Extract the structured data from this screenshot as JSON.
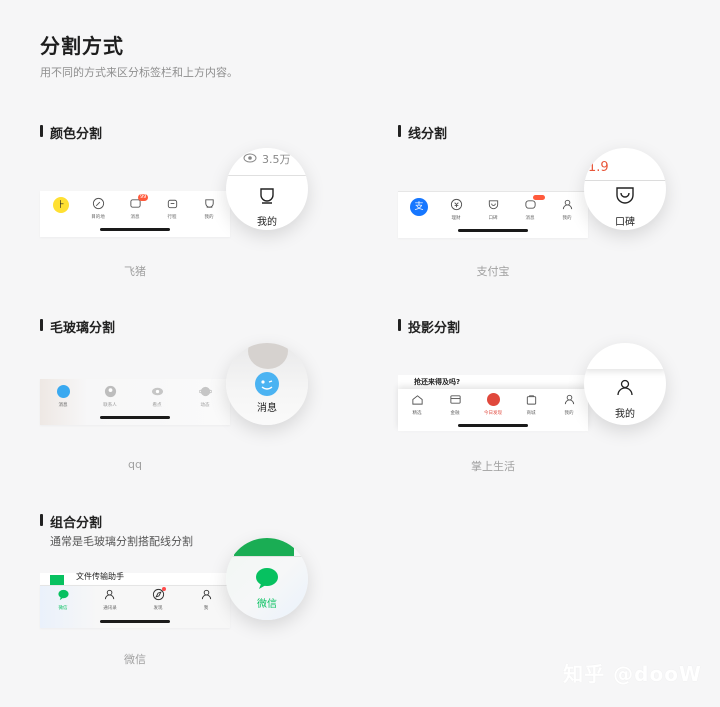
{
  "page": {
    "title": "分割方式",
    "subtitle": "用不同的方式来区分标签栏和上方内容。"
  },
  "sections": {
    "color": {
      "title": "颜色分割",
      "caption": "飞猪",
      "tabs": [
        "",
        "目的地",
        "消息",
        "行程",
        "我的"
      ],
      "badge": "99",
      "zoom_label": "我的",
      "zoom_views": "3.5万"
    },
    "line": {
      "title": "线分割",
      "caption": "支付宝",
      "tabs": [
        "",
        "理财",
        "口碑",
        "消息",
        "我的"
      ],
      "zoom_label": "口碑",
      "zoom_price": "1.9"
    },
    "frosted": {
      "title": "毛玻璃分割",
      "caption": "qq",
      "tabs": [
        "消息",
        "联系人",
        "看点",
        "动态"
      ],
      "zoom_label": "消息"
    },
    "shadow": {
      "title": "投影分割",
      "caption": "掌上生活",
      "banner": "抢还来得及吗?",
      "tabs": [
        "精选",
        "金融",
        "今日发现",
        "商城",
        "我的"
      ],
      "zoom_label": "我的"
    },
    "combo": {
      "title": "组合分割",
      "subtitle": "通常是毛玻璃分割搭配线分割",
      "caption": "微信",
      "chat_title": "文件传输助手",
      "tabs": [
        "微信",
        "通讯录",
        "发现",
        "我"
      ],
      "zoom_label": "微信"
    }
  },
  "watermark": "知乎 @dooW",
  "colors": {
    "background": "#f6f6f7",
    "fliggy_yellow": "#ffe033",
    "alipay_blue": "#1677ff",
    "wechat_green": "#07c160",
    "qq_blue": "#3aa9f0",
    "cmb_red": "#e0483c"
  }
}
